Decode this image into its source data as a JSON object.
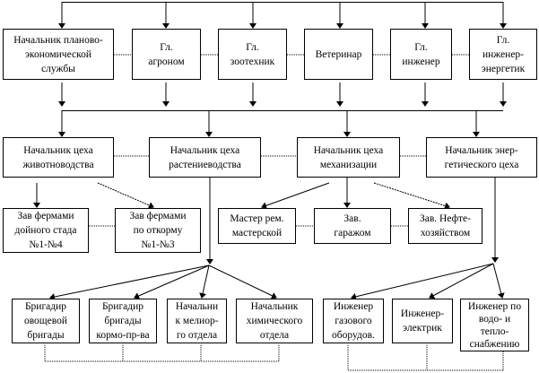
{
  "top_row": [
    {
      "lines": [
        "Начальник планово-",
        "экономической",
        "службы"
      ]
    },
    {
      "lines": [
        "Гл.",
        "агроном"
      ]
    },
    {
      "lines": [
        "Гл.",
        "зоотехник"
      ]
    },
    {
      "lines": [
        "Ветеринар"
      ]
    },
    {
      "lines": [
        "Гл.",
        "инженер"
      ]
    },
    {
      "lines": [
        "Гл.",
        "инженер-",
        "энергетик"
      ]
    }
  ],
  "workshops": [
    {
      "lines": [
        "Начальник цеха",
        "животноводства"
      ]
    },
    {
      "lines": [
        "Начальник цеха",
        "растениеводства"
      ]
    },
    {
      "lines": [
        "Начальник цеха",
        "механизации"
      ]
    },
    {
      "lines": [
        "Начальник энер-",
        "гетического цеха"
      ]
    }
  ],
  "third_row": [
    {
      "lines": [
        "Зав фермами",
        "дойного стада",
        "№1-№4"
      ]
    },
    {
      "lines": [
        "Зав фермами",
        "по откорму",
        "№1-№3"
      ]
    },
    {
      "lines": [
        "Мастер рем.",
        "мастерской"
      ]
    },
    {
      "lines": [
        "Зав.",
        "гаражом"
      ]
    },
    {
      "lines": [
        "Зав. Нефте-",
        "хозяйством"
      ]
    }
  ],
  "bottom_row": [
    {
      "lines": [
        "Бригадир",
        "овощевой",
        "бригады"
      ]
    },
    {
      "lines": [
        "Бригадир",
        "бригады",
        "кормо-пр-ва"
      ]
    },
    {
      "lines": [
        "Начальни",
        "к мелиор-",
        "го отдела"
      ]
    },
    {
      "lines": [
        "Начальник",
        "химического",
        "отдела"
      ]
    },
    {
      "lines": [
        "Инженер",
        "газового",
        "оборудов."
      ]
    },
    {
      "lines": [
        "Инженер-",
        "электрик"
      ]
    },
    {
      "lines": [
        "Инженер по",
        "водо- и",
        "тепло-",
        "снабжению"
      ]
    }
  ]
}
